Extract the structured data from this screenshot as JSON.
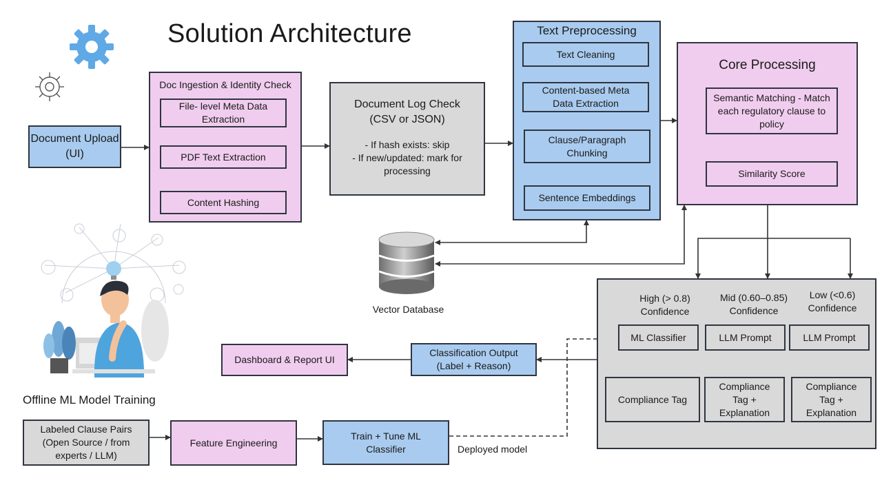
{
  "title": "Solution Architecture",
  "doc_upload": "Document Upload (UI)",
  "ingestion": {
    "title": "Doc Ingestion & Identity Check",
    "steps": [
      "File- level Meta Data Extraction",
      "PDF Text Extraction",
      "Content Hashing"
    ]
  },
  "log_check": {
    "title": "Document Log Check (CSV or JSON)",
    "lines": [
      "- If hash exists: skip",
      "- If new/updated: mark for processing"
    ]
  },
  "text_pre": {
    "title": "Text Preprocessing",
    "steps": [
      "Text Cleaning",
      "Content-based Meta Data Extraction",
      "Clause/Paragraph Chunking",
      "Sentence Embeddings"
    ]
  },
  "core": {
    "title": "Core Processing",
    "semantic": "Semantic Matching - Match each regulatory clause to policy",
    "similarity": "Similarity Score"
  },
  "vector_db": "Vector Database",
  "confidence": {
    "high": {
      "label": "High (> 0.8) Confidence",
      "method": "ML Classifier",
      "result": "Compliance Tag"
    },
    "mid": {
      "label": "Mid (0.60–0.85) Confidence",
      "method": "LLM Prompt",
      "result": "Compliance Tag + Explanation"
    },
    "low": {
      "label": "Low (<0.6) Confidence",
      "method": "LLM Prompt",
      "result": "Compliance Tag + Explanation"
    }
  },
  "classification_output": "Classification Output (Label + Reason)",
  "dashboard": "Dashboard & Report UI",
  "offline": {
    "title": "Offline ML Model Training",
    "labeled": "Labeled Clause Pairs (Open Source / from experts / LLM)",
    "feature": "Feature Engineering",
    "train": "Train + Tune ML Classifier",
    "deployed": "Deployed model"
  },
  "colors": {
    "pink": "#f0cdee",
    "blue": "#a9cbef",
    "grey": "#d9d9d9",
    "gear": "#5ea9e6"
  }
}
